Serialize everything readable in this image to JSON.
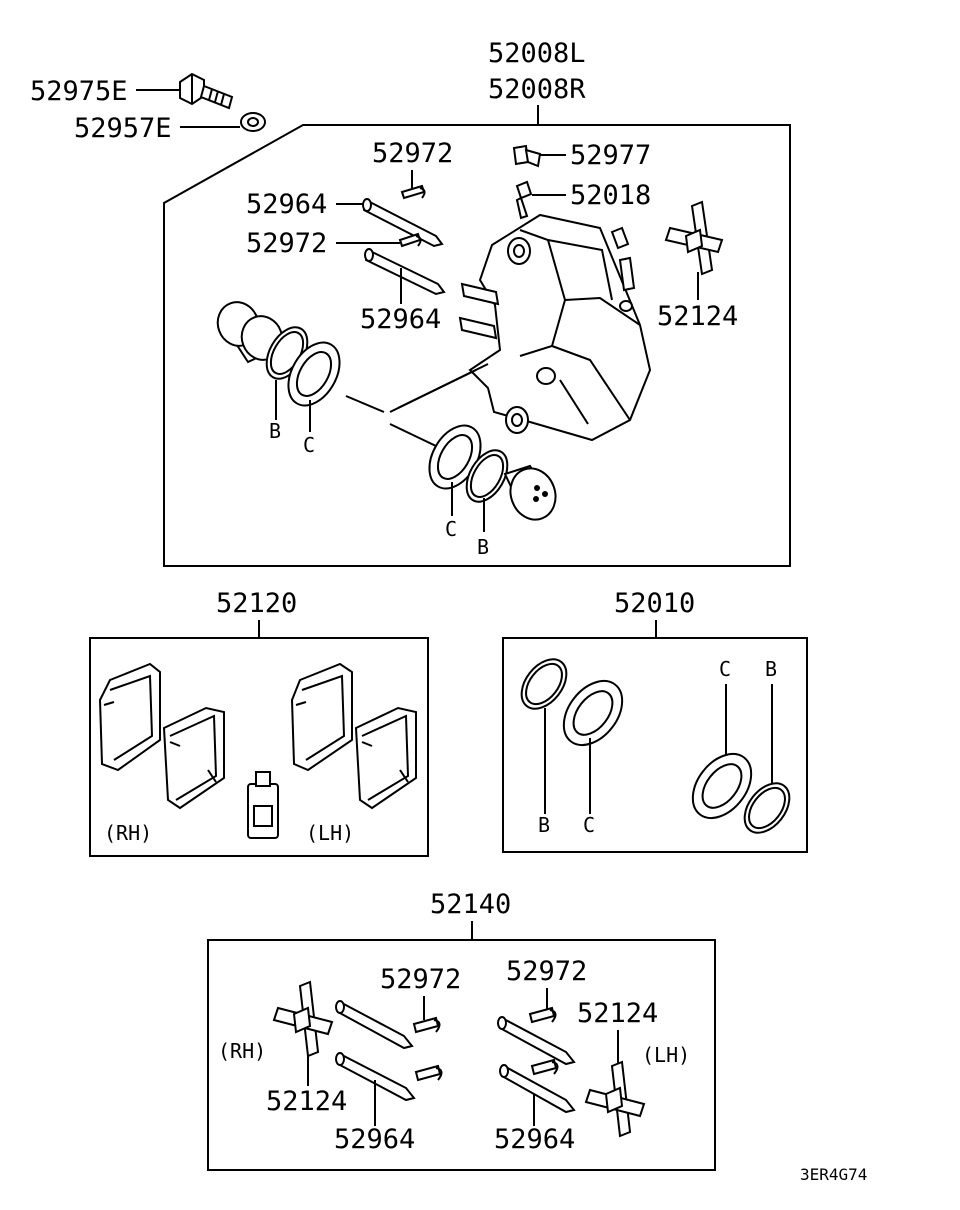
{
  "caliper": {
    "assembly_left": "52008L",
    "assembly_right": "52008R",
    "bolt": "52975E",
    "washer": "52957E",
    "clip_upper": "52972",
    "pin_upper": "52964",
    "clip_lower": "52972",
    "pin_lower": "52964",
    "cap": "52977",
    "bleeder": "52018",
    "spring": "52124",
    "ring_b_left": "B",
    "seal_c_left": "C",
    "seal_c_right": "C",
    "ring_b_right": "B"
  },
  "pads": {
    "part_no": "52120",
    "rh": "(RH)",
    "lh": "(LH)"
  },
  "seal_kit": {
    "part_no": "52010",
    "b1": "B",
    "c1": "C",
    "c2": "C",
    "b2": "B"
  },
  "hardware_kit": {
    "part_no": "52140",
    "clip_1": "52972",
    "clip_2": "52972",
    "spring_1": "52124",
    "spring_2": "52124",
    "pin_1": "52964",
    "pin_2": "52964",
    "rh": "(RH)",
    "lh": "(LH)"
  },
  "diagram_code": "3ER4G74"
}
